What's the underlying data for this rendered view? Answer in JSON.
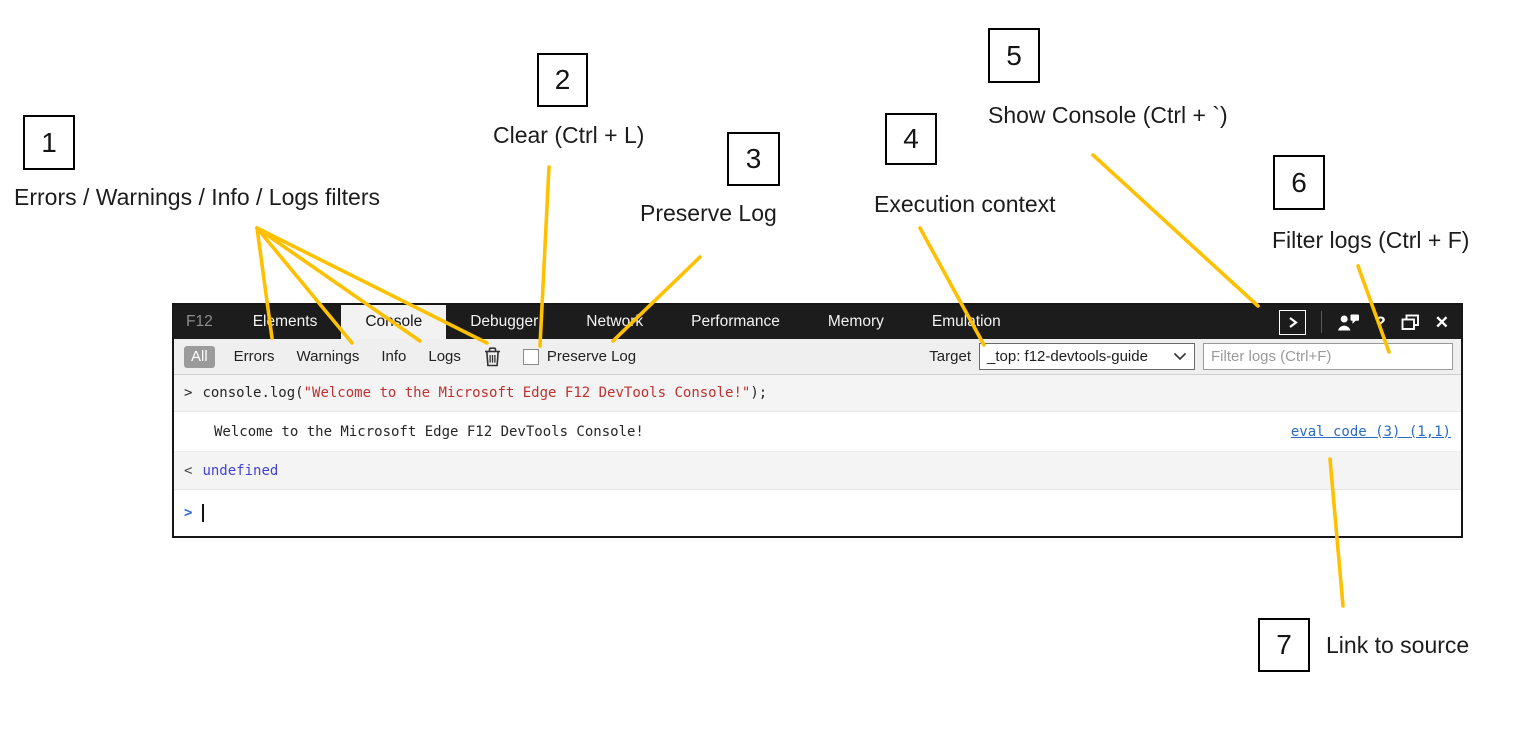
{
  "annotations": {
    "line_color": "#FFC000",
    "callouts": [
      {
        "number": "1",
        "label": "Errors / Warnings / Info / Logs filters"
      },
      {
        "number": "2",
        "label": "Clear (Ctrl + L)"
      },
      {
        "number": "3",
        "label": "Preserve Log"
      },
      {
        "number": "4",
        "label": "Execution context"
      },
      {
        "number": "5",
        "label": "Show Console (Ctrl + `)"
      },
      {
        "number": "6",
        "label": "Filter logs (Ctrl + F)"
      },
      {
        "number": "7",
        "label": "Link to source"
      }
    ]
  },
  "devtools": {
    "tab_bar": {
      "tabs": [
        {
          "label": "F12"
        },
        {
          "label": "Elements"
        },
        {
          "label": "Console"
        },
        {
          "label": "Debugger"
        },
        {
          "label": "Network"
        },
        {
          "label": "Performance"
        },
        {
          "label": "Memory"
        },
        {
          "label": "Emulation"
        }
      ],
      "active_tab": "Console",
      "help_label": "?",
      "close_label": "✕"
    },
    "toolbar": {
      "filters": [
        {
          "label": "All"
        },
        {
          "label": "Errors"
        },
        {
          "label": "Warnings"
        },
        {
          "label": "Info"
        },
        {
          "label": "Logs"
        }
      ],
      "preserve_log_label": "Preserve Log",
      "target_label": "Target",
      "target_value": "_top: f12-devtools-guide",
      "filter_placeholder": "Filter logs (Ctrl+F)"
    },
    "console": {
      "echo": {
        "prompt": ">",
        "code": "console.log(",
        "string": "\"Welcome to the Microsoft Edge F12 DevTools Console!\"",
        "suffix": ");"
      },
      "log": {
        "text": "Welcome to the Microsoft Edge F12 DevTools Console!",
        "source_link": "eval code (3) (1,1)"
      },
      "result": {
        "prompt": "<",
        "value": "undefined"
      },
      "prompt": ">"
    }
  }
}
